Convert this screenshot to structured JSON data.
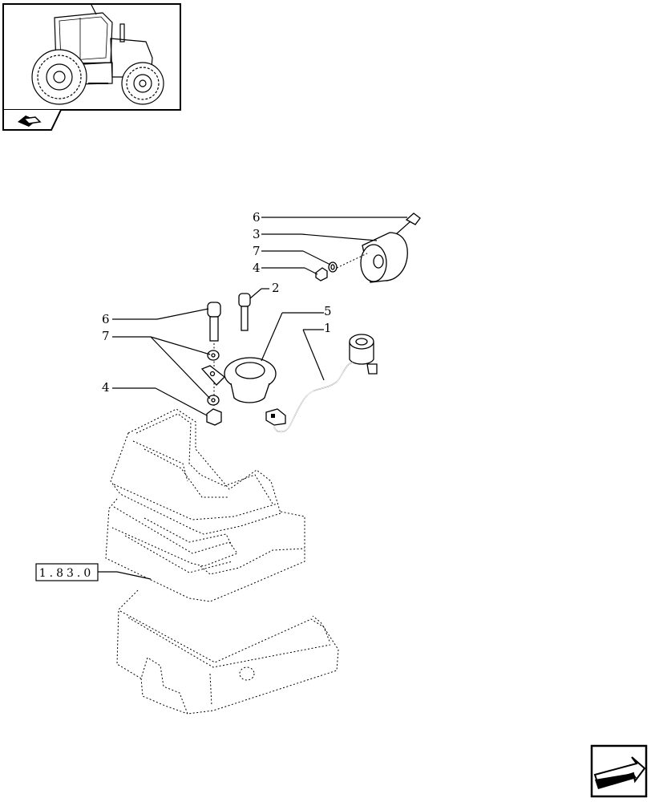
{
  "thumbnail": {
    "icon": "tractor-side-view",
    "book_icon": "open-book-icon"
  },
  "callouts": [
    {
      "label": "6"
    },
    {
      "label": "3"
    },
    {
      "label": "7"
    },
    {
      "label": "4"
    },
    {
      "label": "2"
    },
    {
      "label": "5"
    },
    {
      "label": "1"
    },
    {
      "label": "6"
    },
    {
      "label": "7"
    },
    {
      "label": "4"
    }
  ],
  "reference_box": {
    "label": "1.83.0"
  },
  "nav": {
    "icon": "next-page-arrow-icon"
  }
}
